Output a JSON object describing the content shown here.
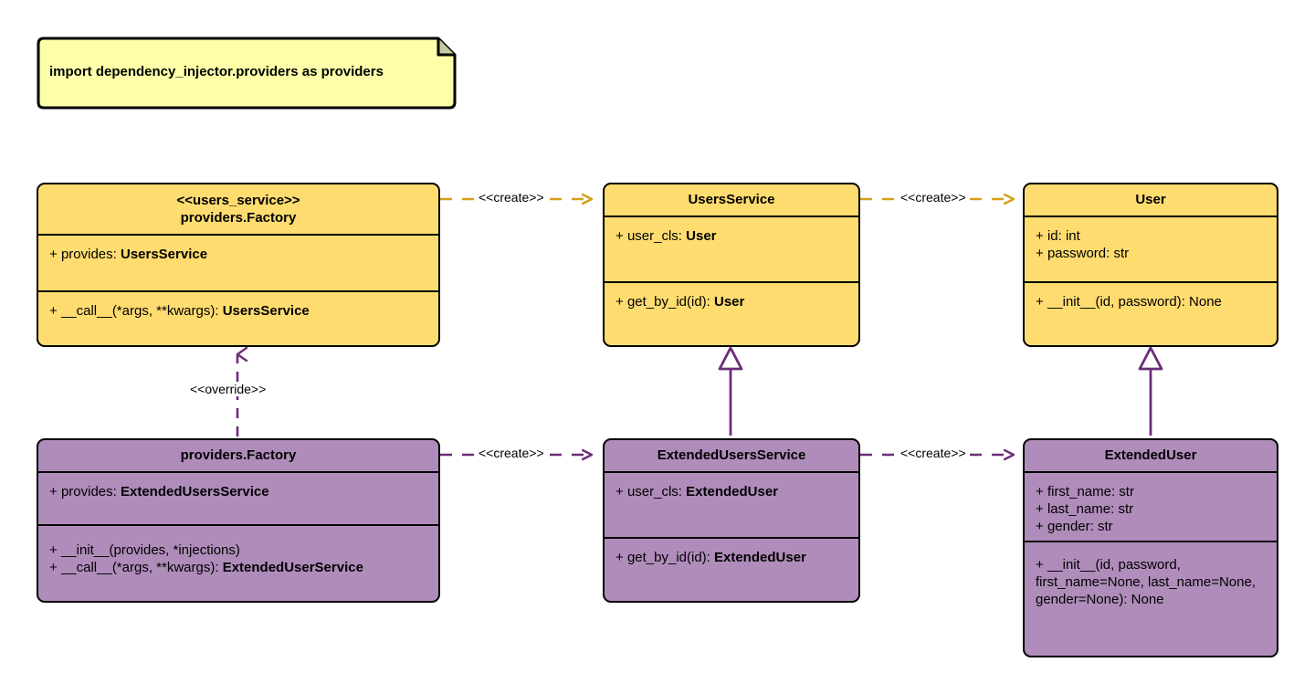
{
  "colors": {
    "note_fill": "#FFFFAA",
    "note_border": "#000000",
    "class_yellow_fill": "#FFDC70",
    "class_purple_fill": "#AF8CBA",
    "class_border": "#000000",
    "edge_create_yellow": "#D4A017",
    "edge_create_purple": "#6B2E7A",
    "edge_generalization": "#6B2E7A",
    "canvas_background": "#FFFFFF"
  },
  "note": {
    "text": "import dependency_injector.providers as providers"
  },
  "classes": {
    "users_service_factory": {
      "stereotype": "<<users_service>>",
      "name": "providers.Factory",
      "attributes": [
        {
          "visibility": "+",
          "text": "provides: ",
          "emphasis": "UsersService"
        }
      ],
      "methods": [
        {
          "visibility": "+",
          "text": "__call__(*args, **kwargs): ",
          "emphasis": "UsersService"
        }
      ]
    },
    "users_service": {
      "stereotype": "",
      "name": "UsersService",
      "attributes": [
        {
          "visibility": "+",
          "text": "user_cls: ",
          "emphasis": "User"
        }
      ],
      "methods": [
        {
          "visibility": "+",
          "text": "get_by_id(id): ",
          "emphasis": "User"
        }
      ]
    },
    "user": {
      "stereotype": "",
      "name": "User",
      "attributes": [
        {
          "visibility": "+",
          "text": "id: int",
          "emphasis": ""
        },
        {
          "visibility": "+",
          "text": "password: str",
          "emphasis": ""
        }
      ],
      "methods": [
        {
          "visibility": "+",
          "text": "__init__(id, password): None",
          "emphasis": ""
        }
      ]
    },
    "extended_factory": {
      "stereotype": "",
      "name": "providers.Factory",
      "attributes": [
        {
          "visibility": "+",
          "text": "provides: ",
          "emphasis": "ExtendedUsersService"
        }
      ],
      "methods": [
        {
          "visibility": "+",
          "text": "__init__(provides, *injections)",
          "emphasis": ""
        },
        {
          "visibility": "+",
          "text": "__call__(*args, **kwargs): ",
          "emphasis": "ExtendedUserService"
        }
      ]
    },
    "extended_users_service": {
      "stereotype": "",
      "name": "ExtendedUsersService",
      "attributes": [
        {
          "visibility": "+",
          "text": "user_cls: ",
          "emphasis": "ExtendedUser"
        }
      ],
      "methods": [
        {
          "visibility": "+",
          "text": "get_by_id(id): ",
          "emphasis": "ExtendedUser"
        }
      ]
    },
    "extended_user": {
      "stereotype": "",
      "name": "ExtendedUser",
      "attributes": [
        {
          "visibility": "+",
          "text": "first_name: str",
          "emphasis": ""
        },
        {
          "visibility": "+",
          "text": "last_name: str",
          "emphasis": ""
        },
        {
          "visibility": "+",
          "text": "gender: str",
          "emphasis": ""
        }
      ],
      "methods": [
        {
          "visibility": "+",
          "text": "__init__(id, password, first_name=None, last_name=None, gender=None): None",
          "emphasis": ""
        }
      ]
    }
  },
  "edges": {
    "create_top_left": {
      "label": "<<create>>",
      "style": "dashed",
      "arrow": "open",
      "color": "#D4A017"
    },
    "create_top_right": {
      "label": "<<create>>",
      "style": "dashed",
      "arrow": "open",
      "color": "#D4A017"
    },
    "create_bottom_left": {
      "label": "<<create>>",
      "style": "dashed",
      "arrow": "open",
      "color": "#6B2E7A"
    },
    "create_bottom_right": {
      "label": "<<create>>",
      "style": "dashed",
      "arrow": "open",
      "color": "#6B2E7A"
    },
    "override": {
      "label": "<<override>>",
      "style": "dashed",
      "arrow": "open",
      "color": "#6B2E7A"
    },
    "generalization_service": {
      "label": "",
      "style": "solid",
      "arrow": "hollow-triangle",
      "color": "#6B2E7A"
    },
    "generalization_user": {
      "label": "",
      "style": "solid",
      "arrow": "hollow-triangle",
      "color": "#6B2E7A"
    }
  }
}
